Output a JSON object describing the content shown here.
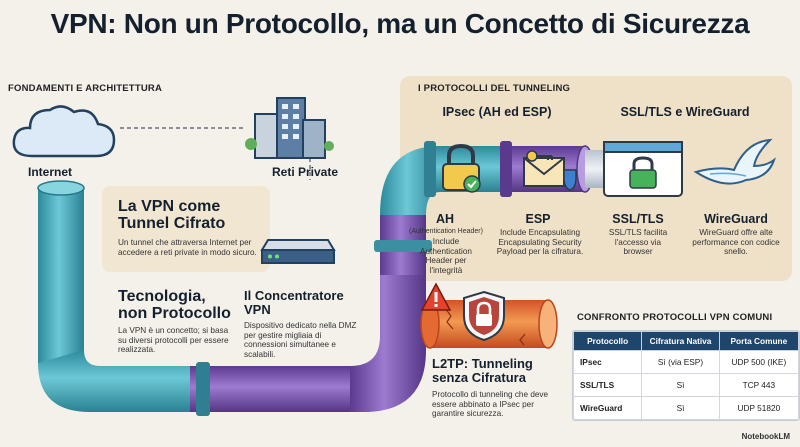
{
  "title": "VPN: Non un Protocollo, ma un Concetto di Sicurezza",
  "sections": {
    "left": "FONDAMENTI E ARCHITETTURA",
    "right": "I PROTOCOLLI DEL TUNNELING"
  },
  "nodes": {
    "internet": "Internet",
    "private_networks": "Reti Private"
  },
  "tunnel_box": {
    "title": "La VPN come Tunnel Cifrato",
    "body": "Un tunnel che attraversa Internet per accedere a reti private in modo sicuro."
  },
  "tech_box": {
    "title": "Tecnologia, non Protocollo",
    "body": "La VPN è un concetto; si basa su diversi protocolli per essere realizzata."
  },
  "concentrator": {
    "title": "Il Concentratore VPN",
    "body": "Dispositivo dedicato nella DMZ per gestire migliaia di connessioni simultanee e scalabili."
  },
  "ipsec": {
    "title": "IPsec (AH ed ESP)"
  },
  "ssl_wg": {
    "title": "SSL/TLS e WireGuard"
  },
  "protocols": {
    "ah": {
      "name": "AH",
      "subtitle": "(Authentication Header)",
      "body": "Include Authentication Header per l'integrità"
    },
    "esp": {
      "name": "ESP",
      "body": "Include Encapsulating Encapsulating Security Payload per la cifratura."
    },
    "ssl": {
      "name": "SSL/TLS",
      "body": "SSL/TLS facilita l'accesso via browser"
    },
    "wireguard": {
      "name": "WireGuard",
      "body": "WireGuard offre alte performance con codice snello."
    }
  },
  "l2tp": {
    "title": "L2TP: Tunneling senza Cifratura",
    "body": "Protocollo di tunneling che deve essere abbinato a IPsec per garantire sicurezza."
  },
  "comparison": {
    "title": "CONFRONTO PROTOCOLLI VPN COMUNI",
    "headers": [
      "Protocollo",
      "Cifratura Nativa",
      "Porta Comune"
    ],
    "rows": [
      [
        "IPsec",
        "Sì (via ESP)",
        "UDP 500 (IKE)"
      ],
      [
        "SSL/TLS",
        "Sì",
        "TCP 443"
      ],
      [
        "WireGuard",
        "Sì",
        "UDP 51820"
      ]
    ]
  },
  "brand": "NotebookLM",
  "colors": {
    "pipe_teal": "#3aa6b8",
    "pipe_purple": "#7a55b0",
    "pipe_orange": "#e8753a",
    "header_navy": "#20456b",
    "panel_beige": "#efe1c7"
  },
  "icons": [
    "cloud-icon",
    "buildings-icon",
    "server-icon",
    "padlock-icon",
    "envelope-key-icon",
    "browser-lock-icon",
    "bird-icon",
    "warning-icon",
    "shield-lock-icon"
  ]
}
